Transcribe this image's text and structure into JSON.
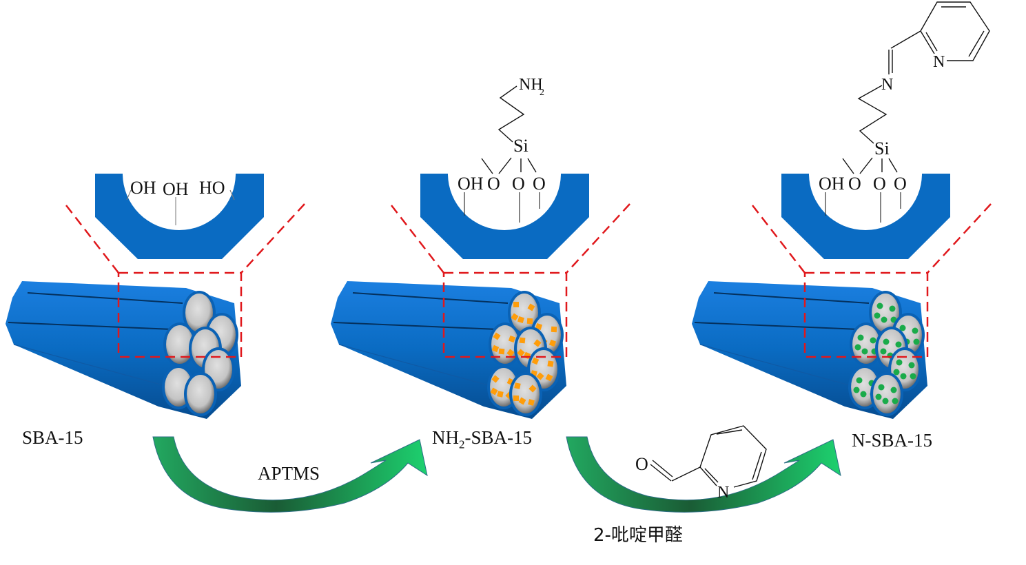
{
  "diagram": {
    "title": "Synthesis scheme of N-SBA-15",
    "colors": {
      "silica": "#0a6bc2",
      "silica_dark": "#07488a",
      "pore": "#c9c9c9",
      "zoom_box": "#e0181c",
      "arrow_light": "#1dd16f",
      "arrow_dark": "#1a5c35",
      "amine_marker": "#ff9d0a",
      "ligand_marker": "#1aab4a",
      "line": "#111111"
    },
    "stages": [
      {
        "id": "sba15",
        "name": "SBA",
        "name_suffix": "-15",
        "pore_marker": "none",
        "surface_groups": [
          "OH",
          "OH",
          "HO"
        ]
      },
      {
        "id": "nh2-sba15",
        "name_prefix": "NH",
        "name_sub": "2",
        "name_suffix": "-SBA-15",
        "pore_marker": "orange-square",
        "surface_groups": [
          "OH",
          "O",
          "O",
          "O"
        ],
        "silicon": "Si",
        "terminal_group": "NH",
        "terminal_sub": "2"
      },
      {
        "id": "n-sba15",
        "name": "N-SBA-15",
        "pore_marker": "green-dot",
        "surface_groups": [
          "OH",
          "O",
          "O",
          "O"
        ],
        "silicon": "Si",
        "imine_nitrogen": "N",
        "pyridine_nitrogen": "N"
      }
    ],
    "steps": [
      {
        "reagent": "APTMS"
      },
      {
        "reagent": "2-吡啶甲醛",
        "structure_atoms": {
          "oxygen": "O",
          "nitrogen": "N"
        }
      }
    ]
  }
}
